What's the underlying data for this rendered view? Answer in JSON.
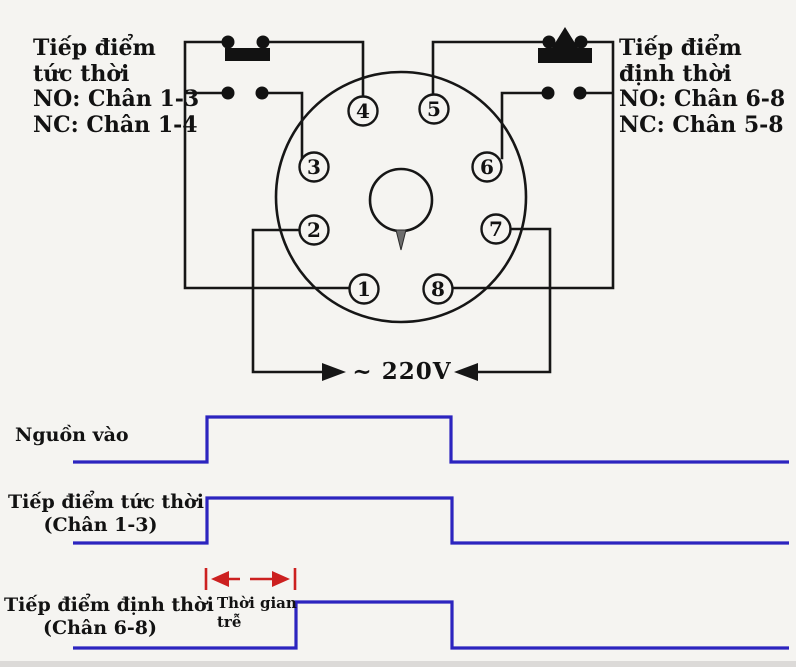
{
  "colors": {
    "wire": "#161616",
    "waveform_blue": "#2c24bf",
    "dimension_red": "#cc2020",
    "background": "#f5f4f1"
  },
  "socket": {
    "pins": [
      "1",
      "2",
      "3",
      "4",
      "5",
      "6",
      "7",
      "8"
    ]
  },
  "labels": {
    "instant_contact": {
      "line1": "Tiếp điểm",
      "line2": "tức thời",
      "no": "NO: Chân 1-3",
      "nc": "NC: Chân 1-4"
    },
    "timed_contact": {
      "line1": "Tiếp điểm",
      "line2": "định thời",
      "no": "NO: Chân 6-8",
      "nc": "NC: Chân 5-8"
    },
    "voltage": "~ 220V"
  },
  "timing_rows": [
    {
      "label": "Nguồn vào",
      "sublabel": ""
    },
    {
      "label": "Tiếp điểm tức thời",
      "sublabel": "(Chân 1-3)"
    },
    {
      "label": "Tiếp điểm định thời",
      "sublabel": "(Chân 6-8)"
    }
  ],
  "delay": {
    "line1": "Thời gian",
    "line2": "trễ"
  }
}
